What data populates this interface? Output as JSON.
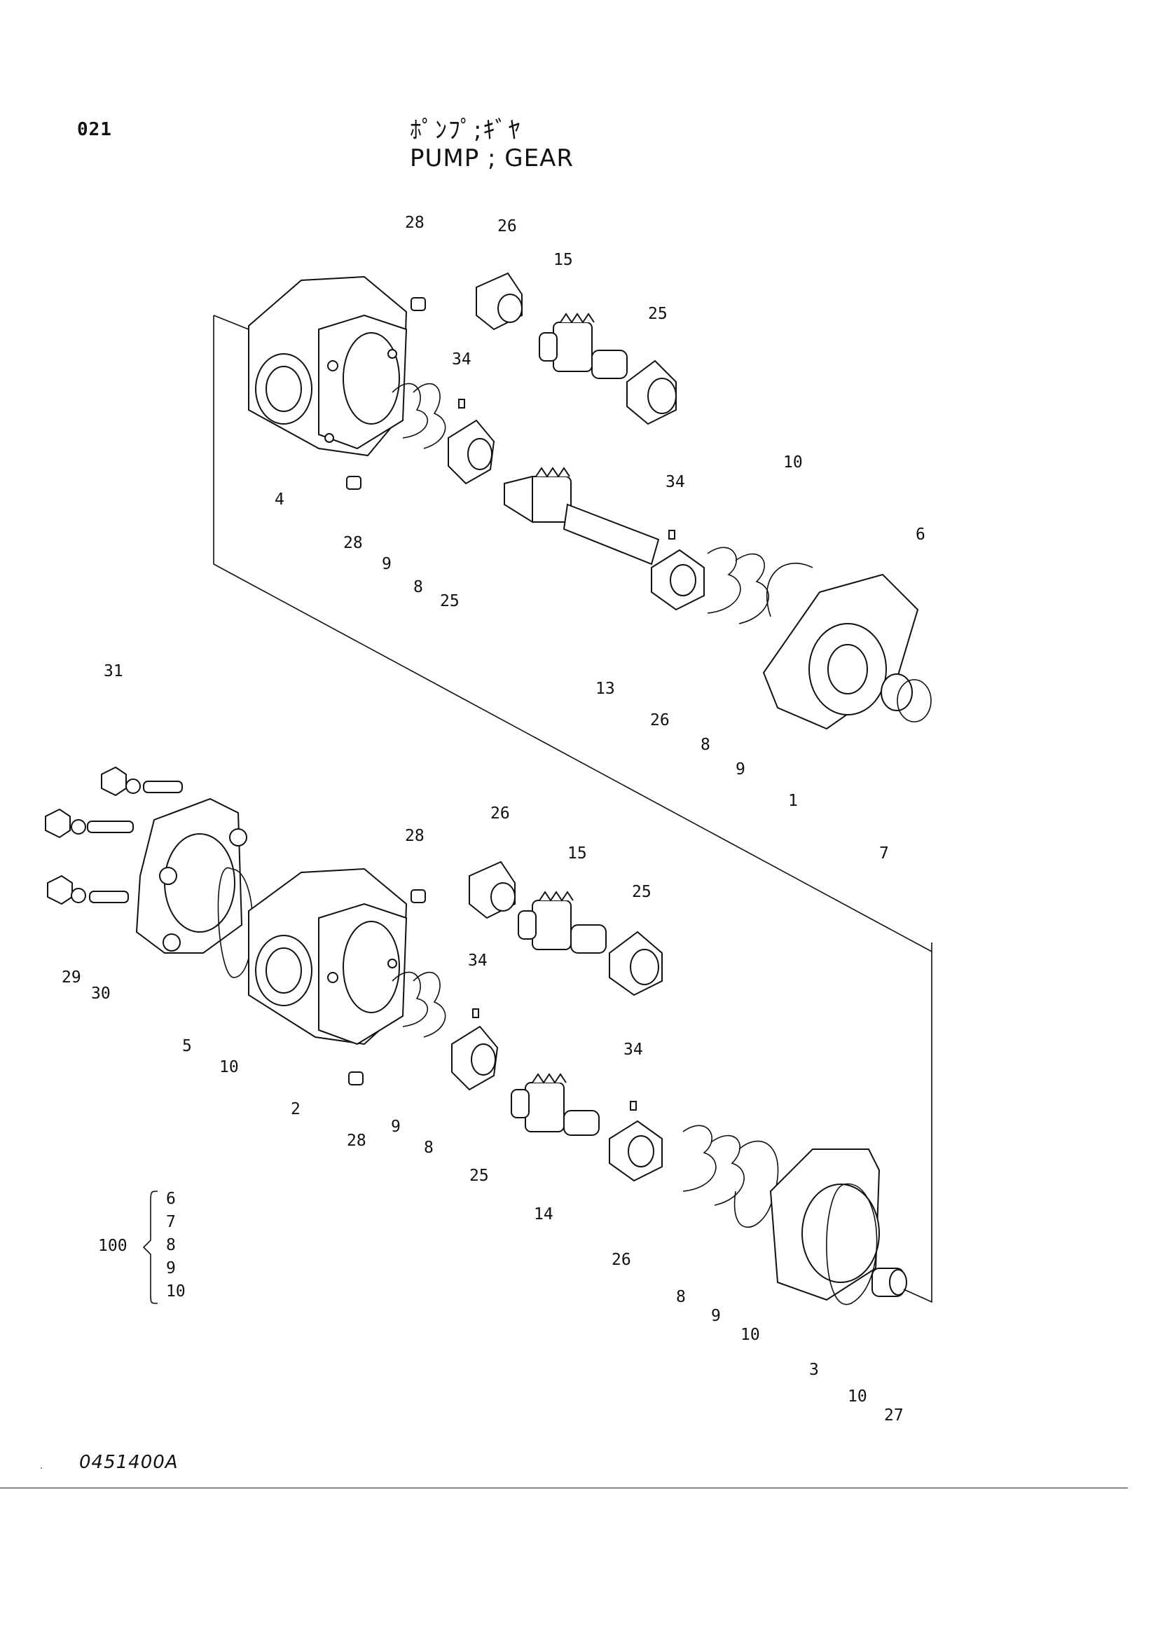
{
  "page": {
    "number": "021",
    "title_jp": "ﾎﾟﾝﾌﾟ;ｷﾞﾔ",
    "title_en": "PUMP ; GEAR",
    "drawing_no": "0451400A"
  },
  "labels": {
    "upper": [
      "28",
      "26",
      "15",
      "25",
      "34",
      "4",
      "28",
      "9",
      "8",
      "25",
      "10",
      "34",
      "6",
      "13",
      "26",
      "8",
      "9",
      "1",
      "7"
    ],
    "lower": [
      "31",
      "26",
      "28",
      "15",
      "25",
      "34",
      "29",
      "30",
      "5",
      "10",
      "2",
      "28",
      "9",
      "8",
      "25",
      "34",
      "14",
      "26",
      "8",
      "9",
      "10",
      "3",
      "10",
      "27"
    ]
  },
  "kit": {
    "number": "100",
    "items": [
      "6",
      "7",
      "8",
      "9",
      "10"
    ]
  },
  "colors": {
    "ink": "#111111",
    "paper": "#ffffff"
  }
}
